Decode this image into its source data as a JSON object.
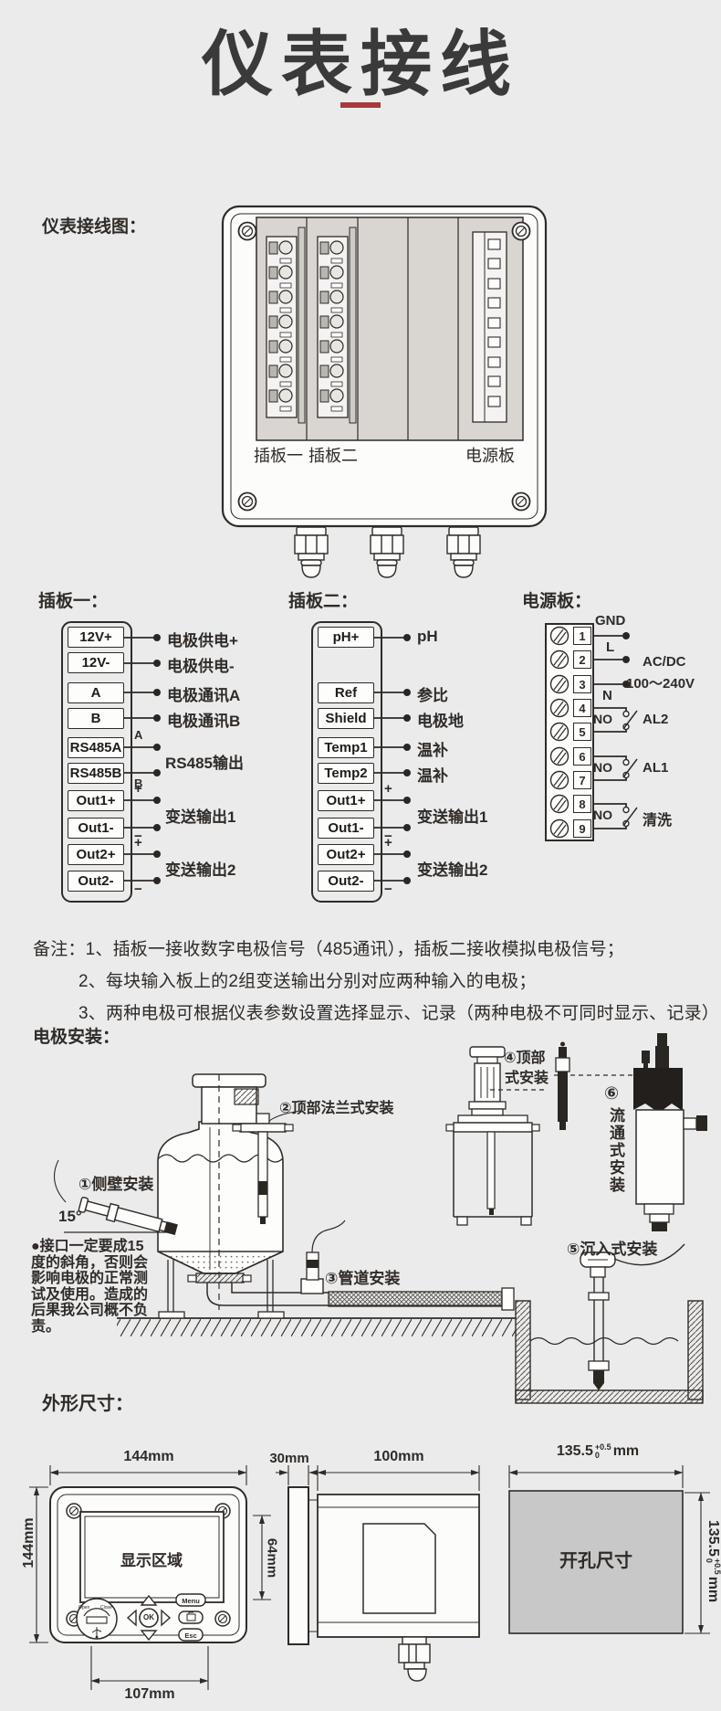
{
  "title": "仪表接线",
  "wiring": {
    "label": "仪表接线图："
  },
  "device": {
    "slot1": "插板一",
    "slot2": "插板二",
    "power": "电源板"
  },
  "board1": {
    "heading": "插板一：",
    "terminals": [
      "12V+",
      "12V-",
      "A",
      "B",
      "RS485A",
      "RS485B",
      "Out1+",
      "Out1-",
      "Out2+",
      "Out2-"
    ],
    "labels": [
      "电极供电+",
      "电极供电-",
      "电极通讯A",
      "电极通讯B"
    ],
    "rs485": "RS485输出",
    "out1": "变送输出1",
    "out2": "变送输出2"
  },
  "board2": {
    "heading": "插板二：",
    "terminals": [
      "pH+",
      "Ref",
      "Shield",
      "Temp1",
      "Temp2",
      "Out1+",
      "Out1-",
      "Out2+",
      "Out2-"
    ],
    "labels": [
      "pH",
      "参比",
      "电极地",
      "温补",
      "温补"
    ],
    "out1": "变送输出1",
    "out2": "变送输出2"
  },
  "power": {
    "heading": "电源板：",
    "terminals": [
      "1",
      "2",
      "3",
      "4",
      "5",
      "6",
      "7",
      "8",
      "9"
    ],
    "gnd": "GND",
    "l": "L",
    "n": "N",
    "acdc1": "AC/DC",
    "acdc2": "100～240V",
    "no": "NO",
    "al2": "AL2",
    "al1": "AL1",
    "wash": "清洗"
  },
  "marks": {
    "plus": "+",
    "minus": "−",
    "a": "A",
    "b": "B"
  },
  "notes": {
    "line1": "备注：1、插板一接收数字电极信号（485通讯），插板二接收模拟电极信号；",
    "line2": "2、每块输入板上的2组变送输出分别对应两种输入的电极；",
    "line3": "3、两种电极可根据仪表参数设置选择显示、记录（两种电极不可同时显示、记录）"
  },
  "install": {
    "heading": "电极安装：",
    "l1": "①侧壁安装",
    "angle": "15°",
    "l2": "②顶部法兰式安装",
    "l3": "③管道安装",
    "l4a": "④顶部",
    "l4b": "式安装",
    "l5": "⑤沉入式安装",
    "l6_num": "⑥",
    "l6": "流通式安装",
    "warning": "●接口一定要成15度的斜角，否则会影响电极的正常测试及使用。造成的后果我公司概不负责。"
  },
  "dims": {
    "heading": "外形尺寸：",
    "front_w": "144mm",
    "front_h": "144mm",
    "display": "显示区域",
    "display_h": "64mm",
    "bottom_w": "107mm",
    "panel_d": "30mm",
    "body_d": "100mm",
    "cutout": "开孔尺寸",
    "cut_val": "135.5",
    "tol_plus": "+0.5",
    "tol_minus": "0",
    "unit": "mm",
    "menu": "Menu",
    "ok": "OK",
    "esc": "Esc",
    "open": "Open",
    "close": "Close"
  }
}
